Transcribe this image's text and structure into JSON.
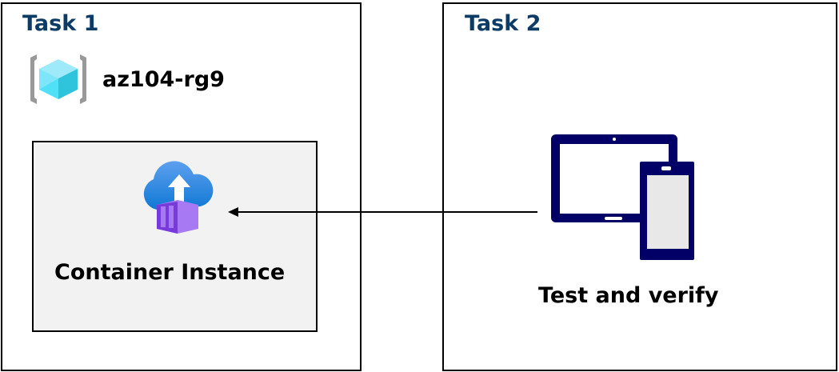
{
  "task1": {
    "title": "Task 1",
    "resource_group": "az104-rg9",
    "service_label": "Container Instance"
  },
  "task2": {
    "title": "Task 2",
    "device_label": "Test and verify"
  },
  "colors": {
    "title": "#0c3b66",
    "device": "#020066",
    "inner_box": "#f2f2f2"
  },
  "icons": [
    "resource-group-icon",
    "container-instance-icon",
    "tablet-phone-icon"
  ]
}
